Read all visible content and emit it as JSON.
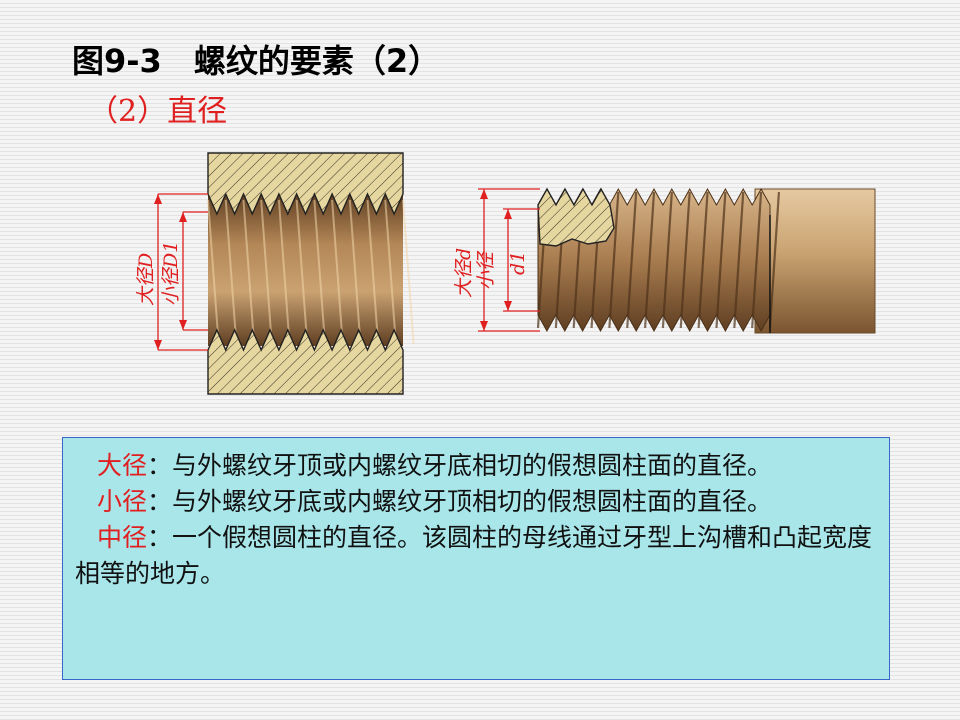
{
  "title": "图9-3　螺纹的要素（2）",
  "subtitle": "（2）直径",
  "diagram": {
    "internal_labels": {
      "major": "大径D",
      "minor": "小径D1"
    },
    "external_labels": {
      "major": "大径d",
      "minor": "小径",
      "minor_symbol": "d1"
    }
  },
  "definitions": [
    {
      "term": "大径",
      "text": "：与外螺纹牙顶或内螺纹牙底相切的假想圆柱面的直径。"
    },
    {
      "term": "小径",
      "text": "：与外螺纹牙底或内螺纹牙顶相切的假想圆柱面的直径。"
    },
    {
      "term": "中径",
      "text": "：一个假想圆柱的直径。该圆柱的母线通过牙型上沟槽和凸起宽度相等的地方。"
    }
  ],
  "colors": {
    "accent_red": "#e02020",
    "bronze": "#b8895a",
    "hatch_fill": "#e8d9a0",
    "textbox_bg": "#a8e6ea"
  }
}
